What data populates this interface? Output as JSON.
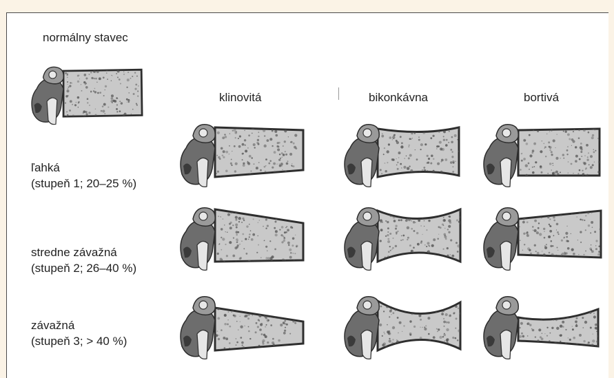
{
  "labels": {
    "normal": "normálny stavec",
    "columns": [
      "klinovitá",
      "bikonkávna",
      "bortivá"
    ],
    "rows": [
      {
        "line1": "ľahká",
        "line2": "(stupeň 1; 20–25 %)"
      },
      {
        "line1": "stredne závažná",
        "line2": "(stupeň 2; 26–40 %)"
      },
      {
        "line1": "závažná",
        "line2": "(stupeň 3; > 40 %)"
      }
    ]
  },
  "colors": {
    "background": "#fbf3e6",
    "panel": "#ffffff",
    "bone_dark": "#3b3b3b",
    "bone_mid": "#8a8a8a"
  }
}
